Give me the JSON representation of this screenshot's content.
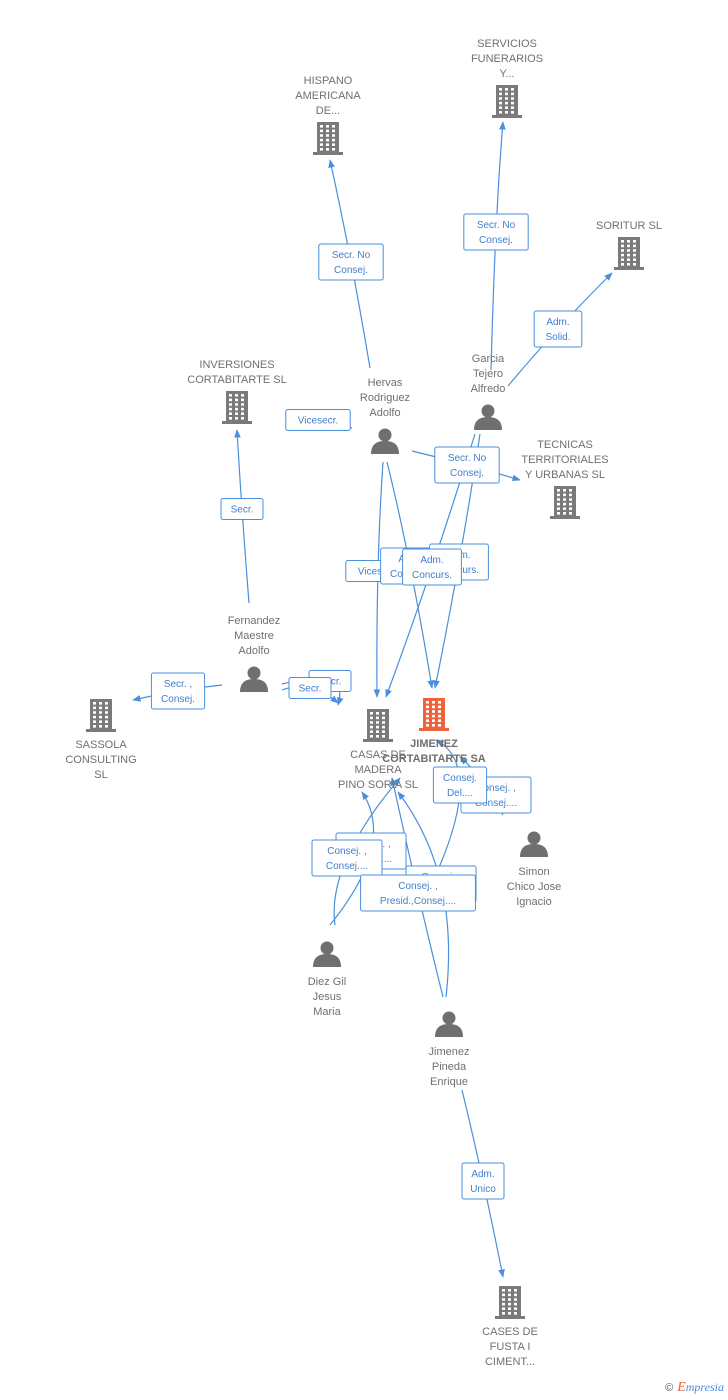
{
  "colors": {
    "edge": "#4a8fdc",
    "company": "#7a7a7a",
    "main_company": "#f0623b",
    "person": "#6f6f6f",
    "text": "#707070"
  },
  "nodes": [
    {
      "id": "hispano",
      "type": "company",
      "lines": [
        "HISPANO",
        "AMERICANA",
        "DE..."
      ]
    },
    {
      "id": "servicios",
      "type": "company",
      "lines": [
        "SERVICIOS",
        "FUNERARIOS",
        "Y..."
      ]
    },
    {
      "id": "soritur",
      "type": "company",
      "lines": [
        "SORITUR SL"
      ]
    },
    {
      "id": "inversiones",
      "type": "company",
      "lines": [
        "INVERSIONES",
        "CORTABITARTE SL"
      ]
    },
    {
      "id": "tecnicas",
      "type": "company",
      "lines": [
        "TECNICAS",
        "TERRITORIALES",
        "Y URBANAS SL"
      ]
    },
    {
      "id": "sassola",
      "type": "company",
      "lines": [
        "SASSOLA",
        "CONSULTING",
        "SL"
      ]
    },
    {
      "id": "casas",
      "type": "company",
      "lines": [
        "CASAS DE",
        "MADERA",
        "PINO SORIA SL"
      ]
    },
    {
      "id": "jimenez_sa",
      "type": "main",
      "lines": [
        "JIMENEZ",
        "CORTABITARTE SA"
      ]
    },
    {
      "id": "cases",
      "type": "company",
      "lines": [
        "CASES DE",
        "FUSTA I",
        "CIMENT..."
      ]
    },
    {
      "id": "hervas",
      "type": "person",
      "lines": [
        "Hervas",
        "Rodriguez",
        "Adolfo"
      ]
    },
    {
      "id": "garcia",
      "type": "person",
      "lines": [
        "Garcia",
        "Tejero",
        "Alfredo"
      ]
    },
    {
      "id": "fernandez",
      "type": "person",
      "lines": [
        "Fernandez",
        "Maestre",
        "Adolfo"
      ]
    },
    {
      "id": "simon",
      "type": "person",
      "lines": [
        "Simon",
        "Chico Jose",
        "Ignacio"
      ]
    },
    {
      "id": "diez",
      "type": "person",
      "lines": [
        "Diez Gil",
        "Jesus",
        "Maria"
      ]
    },
    {
      "id": "pineda",
      "type": "person",
      "lines": [
        "Jimenez",
        "Pineda",
        "Enrique"
      ]
    }
  ],
  "edges": [
    {
      "from": "hervas",
      "to": "hispano",
      "lines": [
        "Secr.  No",
        "Consej."
      ]
    },
    {
      "from": "garcia",
      "to": "servicios",
      "lines": [
        "Secr.  No",
        "Consej."
      ]
    },
    {
      "from": "garcia",
      "to": "soritur",
      "lines": [
        "Adm.",
        "Solid."
      ]
    },
    {
      "from": "hervas",
      "to": "inversiones",
      "lines": [
        "Vicesecr."
      ]
    },
    {
      "from": "hervas",
      "to": "tecnicas",
      "lines": [
        "Secr.  No",
        "Consej."
      ]
    },
    {
      "from": "fernandez",
      "to": "inversiones",
      "lines": [
        "Secr."
      ]
    },
    {
      "from": "fernandez",
      "to": "sassola",
      "lines": [
        "Secr. ,",
        "Consej."
      ]
    },
    {
      "from": "fernandez",
      "to": "casas",
      "lines": [
        "Secr."
      ]
    },
    {
      "from": "fernandez",
      "to": "casas",
      "lines": [
        "Secr."
      ]
    },
    {
      "from": "hervas",
      "to": "casas",
      "lines": [
        "Vicesecr."
      ]
    },
    {
      "from": "hervas",
      "to": "jimenez_sa",
      "lines": [
        "Adm.",
        "Concurs."
      ]
    },
    {
      "from": "garcia",
      "to": "jimenez_sa",
      "lines": [
        "Adm.",
        "Concurs."
      ]
    },
    {
      "from": "garcia",
      "to": "casas",
      "lines": [
        "Adm.",
        "Concurs."
      ]
    },
    {
      "from": "simon",
      "to": "jimenez_sa",
      "lines": [
        "Consej. ,",
        "Consej...."
      ]
    },
    {
      "from": "pineda",
      "to": "jimenez_sa",
      "lines": [
        "Consej.",
        "Del...."
      ]
    },
    {
      "from": "diez",
      "to": "casas",
      "lines": [
        "Consej. ,",
        "Consej...."
      ]
    },
    {
      "from": "diez",
      "to": "casas",
      "lines": [
        "Consej. ,",
        "Consej...."
      ]
    },
    {
      "from": "pineda",
      "to": "casas",
      "lines": [
        "Consej. ,",
        "Consej...."
      ]
    },
    {
      "from": "pineda",
      "to": "casas",
      "lines": [
        "Consej. ,",
        "Presid.,Consej...."
      ]
    },
    {
      "from": "pineda",
      "to": "cases",
      "lines": [
        "Adm.",
        "Unico"
      ]
    }
  ],
  "footer": {
    "copyright": "©",
    "brand_initial": "E",
    "brand_rest": "mpresia"
  }
}
